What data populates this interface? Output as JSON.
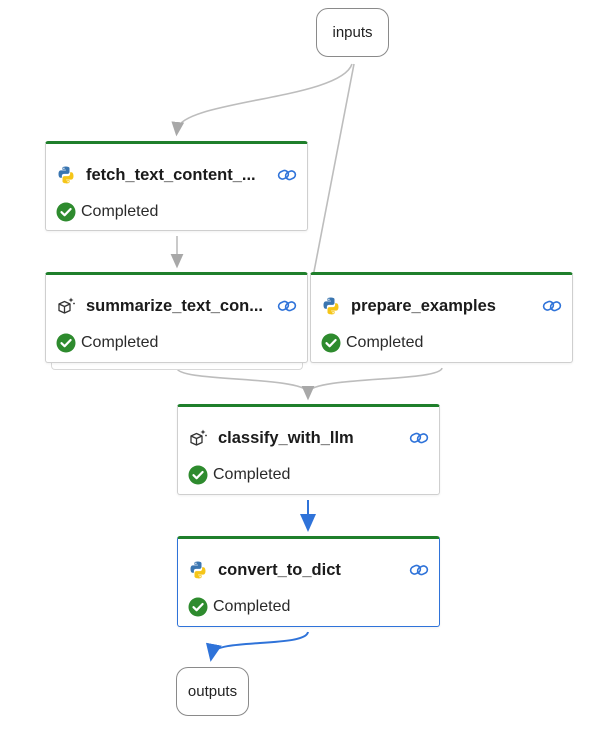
{
  "graph": {
    "inputs_label": "inputs",
    "outputs_label": "outputs",
    "nodes": [
      {
        "title": "fetch_text_content_...",
        "status": "Completed",
        "icon": "python-icon"
      },
      {
        "title": "summarize_text_con...",
        "status": "Completed",
        "icon": "llm-cube-icon"
      },
      {
        "title": "prepare_examples",
        "status": "Completed",
        "icon": "python-icon"
      },
      {
        "title": "classify_with_llm",
        "status": "Completed",
        "icon": "llm-cube-icon"
      },
      {
        "title": "convert_to_dict",
        "status": "Completed",
        "icon": "python-icon"
      }
    ]
  },
  "colors": {
    "completed_green": "#1f7f2b",
    "selected_blue": "#2f73d9",
    "edge_gray": "#b9b9b9",
    "link_blue": "#2f73d9"
  }
}
